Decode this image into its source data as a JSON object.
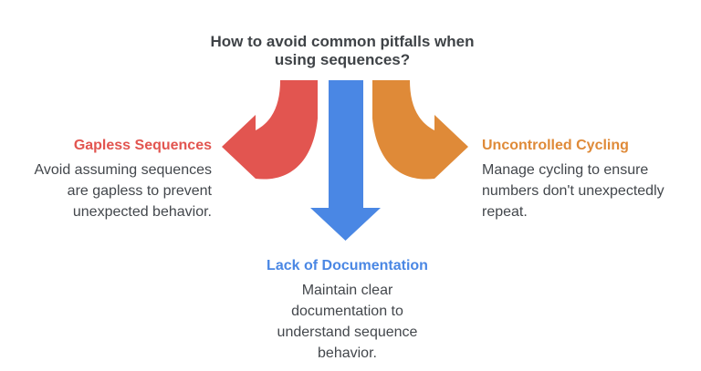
{
  "title": "How to avoid common pitfalls when\nusing sequences?",
  "colors": {
    "red": "#E25550",
    "blue": "#4A87E4",
    "orange": "#DF8A38",
    "title_text": "#3F4347",
    "body_text": "#43474C"
  },
  "branches": {
    "left": {
      "heading": "Gapless Sequences",
      "body": "Avoid assuming sequences\nare gapless to prevent\nunexpected behavior."
    },
    "right": {
      "heading": "Uncontrolled Cycling",
      "body": "Manage cycling to ensure\nnumbers don't unexpectedly\nrepeat."
    },
    "bottom": {
      "heading": "Lack of Documentation",
      "body": "Maintain clear\ndocumentation to\nunderstand sequence\nbehavior."
    }
  }
}
